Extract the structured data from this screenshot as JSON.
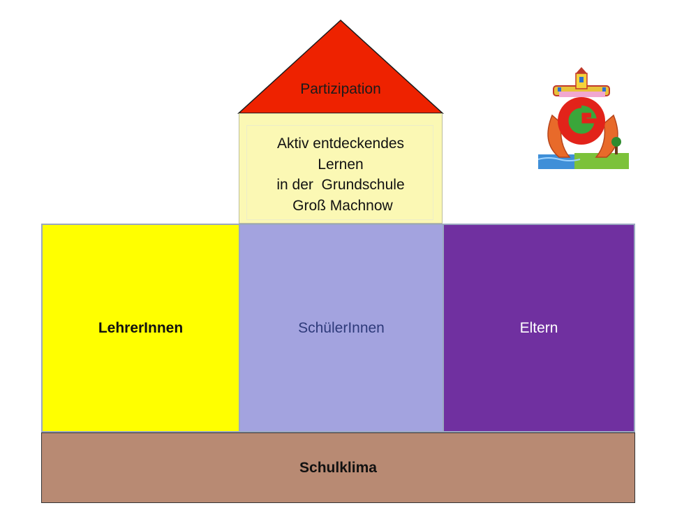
{
  "roof": {
    "label": "Partizipation",
    "color": "#ee2200"
  },
  "tower": {
    "lines": [
      "Aktiv entdeckendes",
      "Lernen",
      "in der  Grundschule",
      " Groß Machnow"
    ],
    "color": "#fbf8b4"
  },
  "pillars": [
    {
      "label": "LehrerInnen",
      "color": "#ffff00"
    },
    {
      "label": "SchülerInnen",
      "color": "#a3a3df"
    },
    {
      "label": "Eltern",
      "color": "#7030a0"
    }
  ],
  "foundation": {
    "label": "Schulklima",
    "color": "#b88a73"
  },
  "logo": {
    "icon": "school-logo-icon"
  }
}
